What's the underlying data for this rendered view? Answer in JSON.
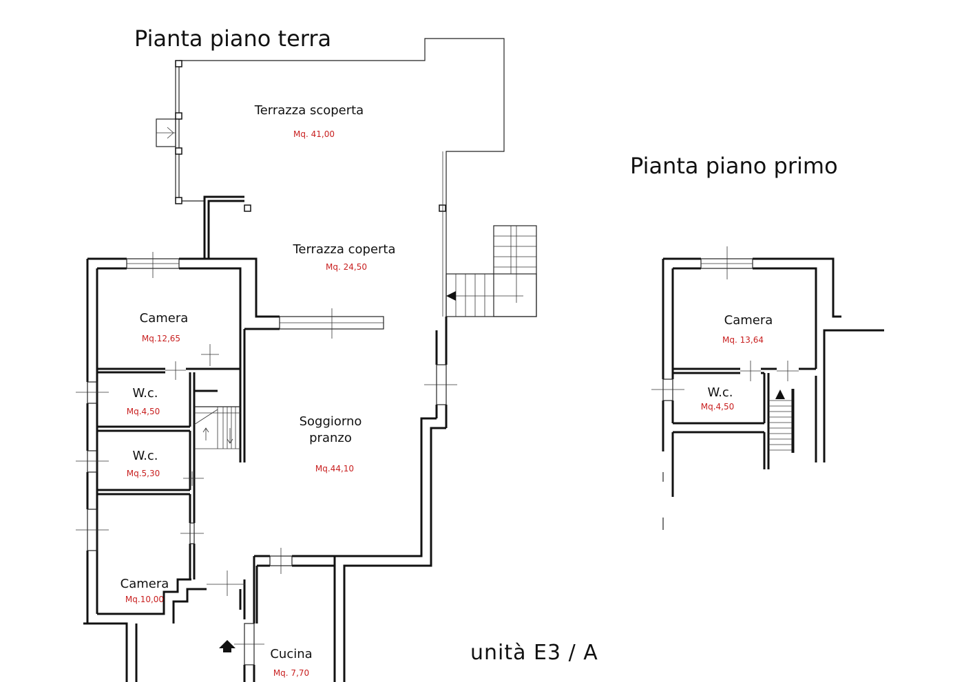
{
  "titles": {
    "ground_floor": "Pianta piano terra",
    "first_floor": "Pianta piano primo",
    "unit": "unità  E3 / A"
  },
  "ground_rooms": {
    "terrazza_scoperta": {
      "name": "Terrazza  scoperta",
      "area": "Mq. 41,00"
    },
    "terrazza_coperta": {
      "name": "Terrazza coperta",
      "area": "Mq. 24,50"
    },
    "camera_1": {
      "name": "Camera",
      "area": "Mq.12,65"
    },
    "wc_1": {
      "name": "W.c.",
      "area": "Mq.4,50"
    },
    "wc_2": {
      "name": "W.c.",
      "area": "Mq.5,30"
    },
    "camera_2": {
      "name": "Camera",
      "area": "Mq.10,00"
    },
    "soggiorno": {
      "name_line1": "Soggiorno",
      "name_line2": "pranzo",
      "area": "Mq.44,10"
    },
    "cucina": {
      "name": "Cucina",
      "area": "Mq. 7,70"
    }
  },
  "first_rooms": {
    "camera": {
      "name": "Camera",
      "area": "Mq. 13,64"
    },
    "wc": {
      "name": "W.c.",
      "area": "Mq.4,50"
    }
  },
  "colors": {
    "area_text": "#c81e1e",
    "wall": "#111111"
  }
}
